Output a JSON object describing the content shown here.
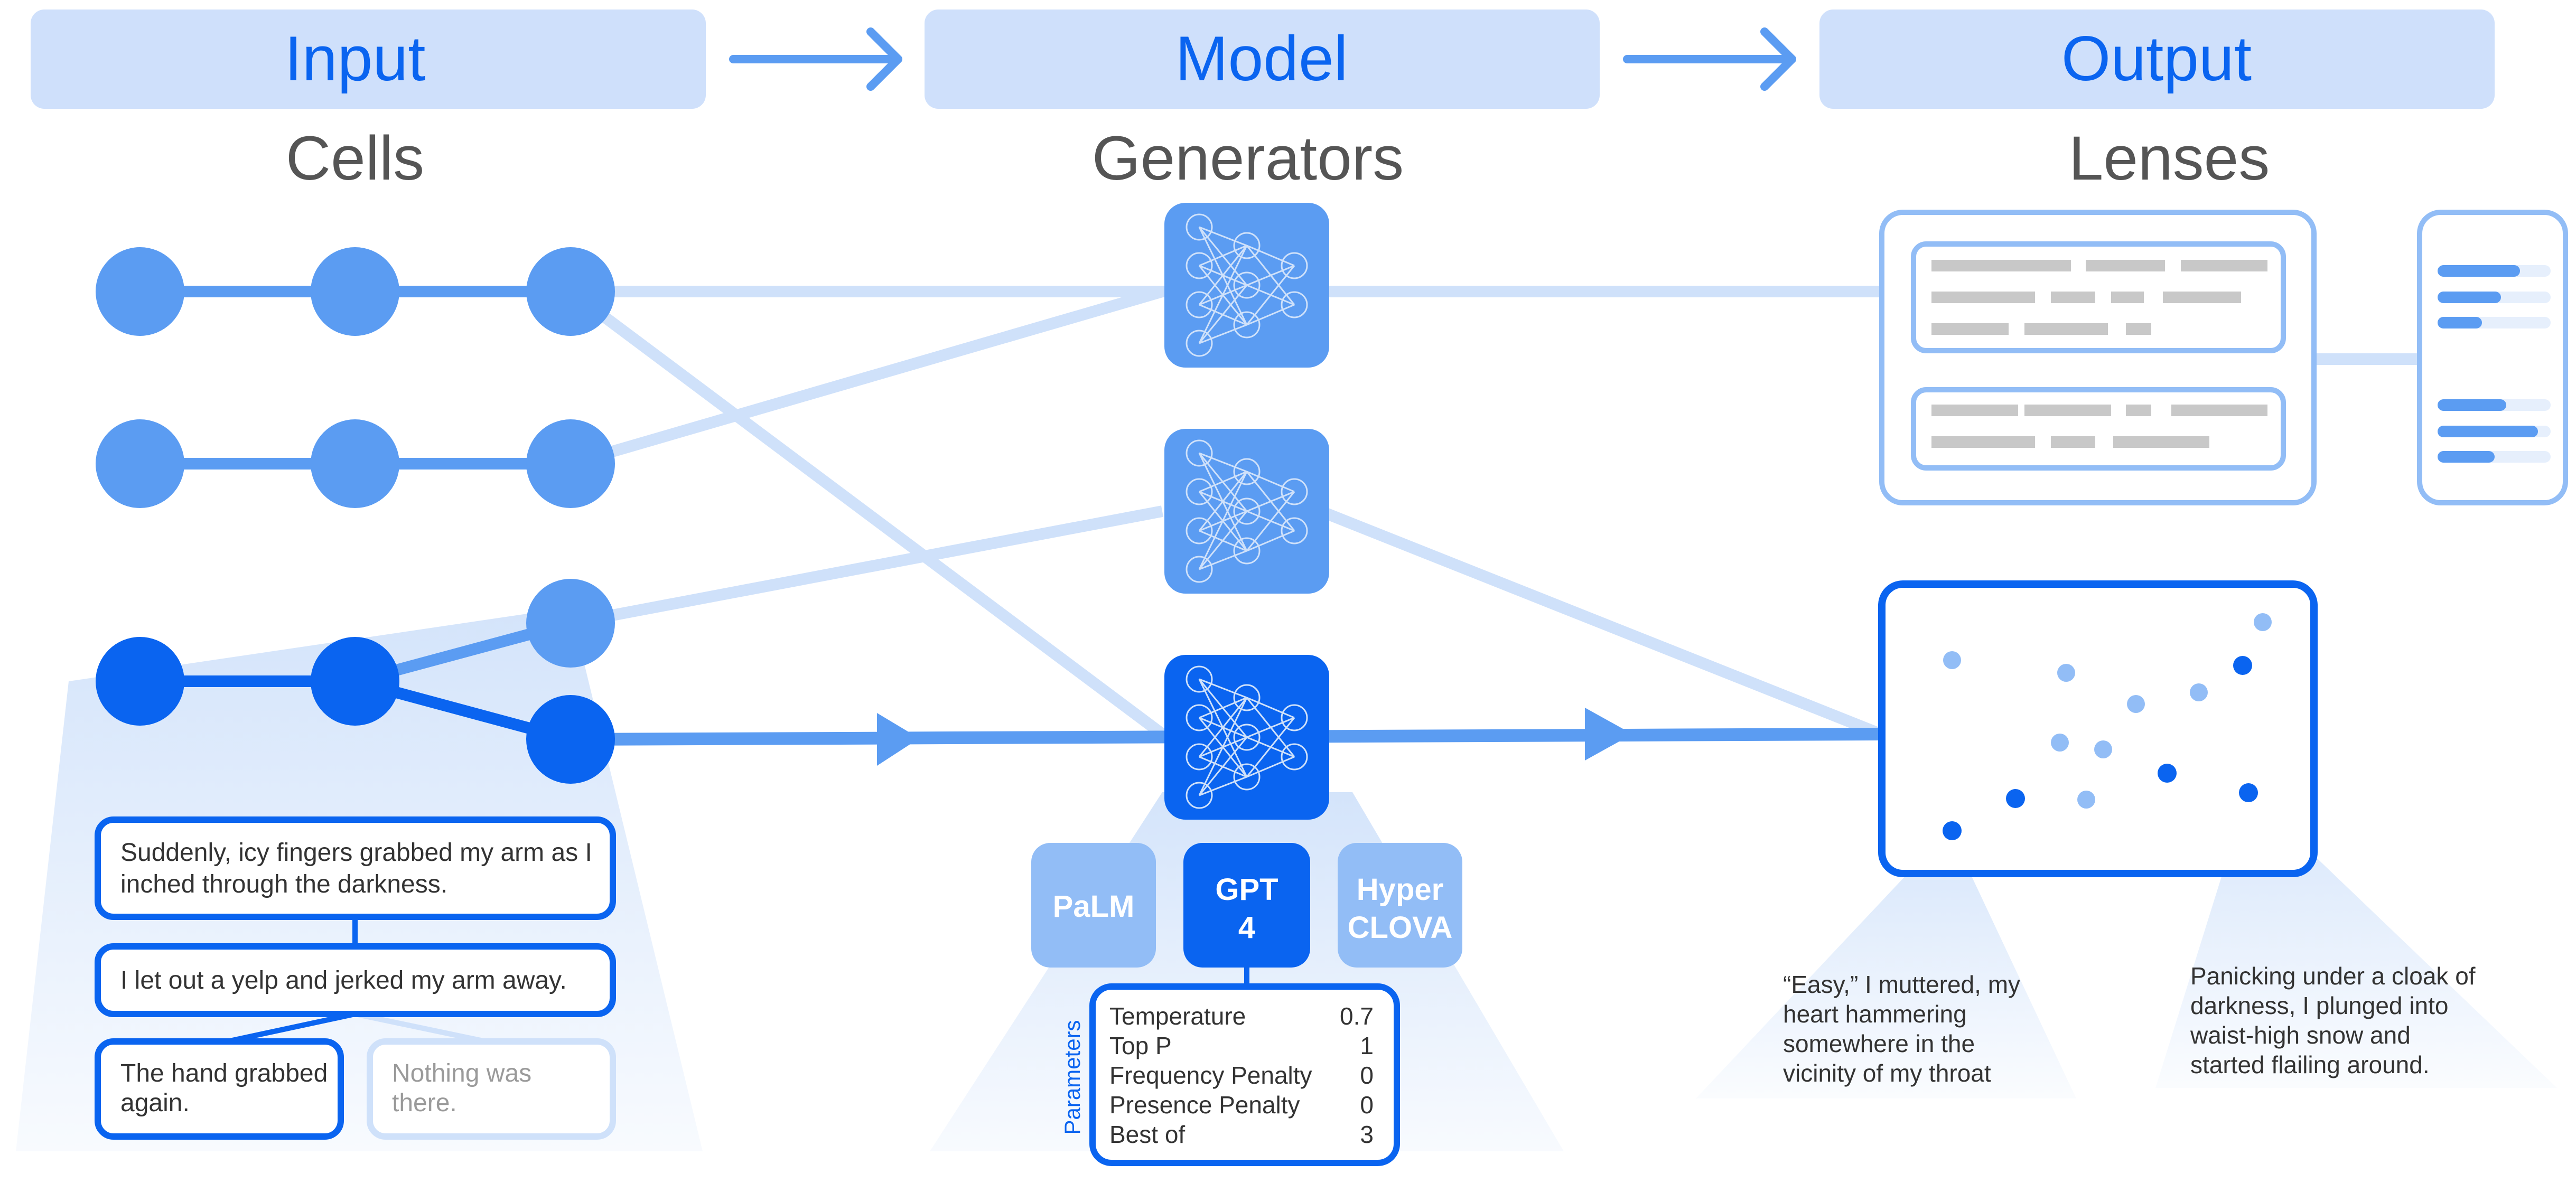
{
  "header": {
    "input": "Input",
    "model": "Model",
    "output": "Output"
  },
  "subtitles": {
    "cells": "Cells",
    "generators": "Generators",
    "lenses": "Lenses"
  },
  "cell_texts": {
    "sentence_1": [
      "Suddenly, icy fingers grabbed my arm as I",
      "inched through the darkness."
    ],
    "sentence_2": "I let out a yelp and jerked my arm away.",
    "sentence_3a": [
      "The hand grabbed",
      "again."
    ],
    "sentence_3b": [
      "Nothing was",
      "there."
    ]
  },
  "models": {
    "palm": "PaLM",
    "gpt": [
      "GPT",
      "4"
    ],
    "hyperclova": [
      "Hyper",
      "CLOVA"
    ]
  },
  "parameters": {
    "label": "Parameters",
    "rows": [
      {
        "name": "Temperature",
        "value": "0.7"
      },
      {
        "name": "Top P",
        "value": "1"
      },
      {
        "name": "Frequency Penalty",
        "value": "0"
      },
      {
        "name": "Presence Penalty",
        "value": "0"
      },
      {
        "name": "Best of",
        "value": "3"
      }
    ]
  },
  "lens_texts": {
    "left": [
      "“Easy,” I muttered, my",
      "heart hammering",
      "somewhere in the",
      "vicinity of my throat"
    ],
    "right": [
      "Panicking under a cloak of",
      "darkness, I plunged into",
      "waist-high snow and",
      "started flailing around."
    ]
  },
  "colors": {
    "primary": "#0a64f0",
    "mid": "#5b9cf2",
    "light": "#cfe1fa",
    "header_bg": "#cfe0fb",
    "text_dark": "#333333",
    "gray_text": "#555555"
  }
}
